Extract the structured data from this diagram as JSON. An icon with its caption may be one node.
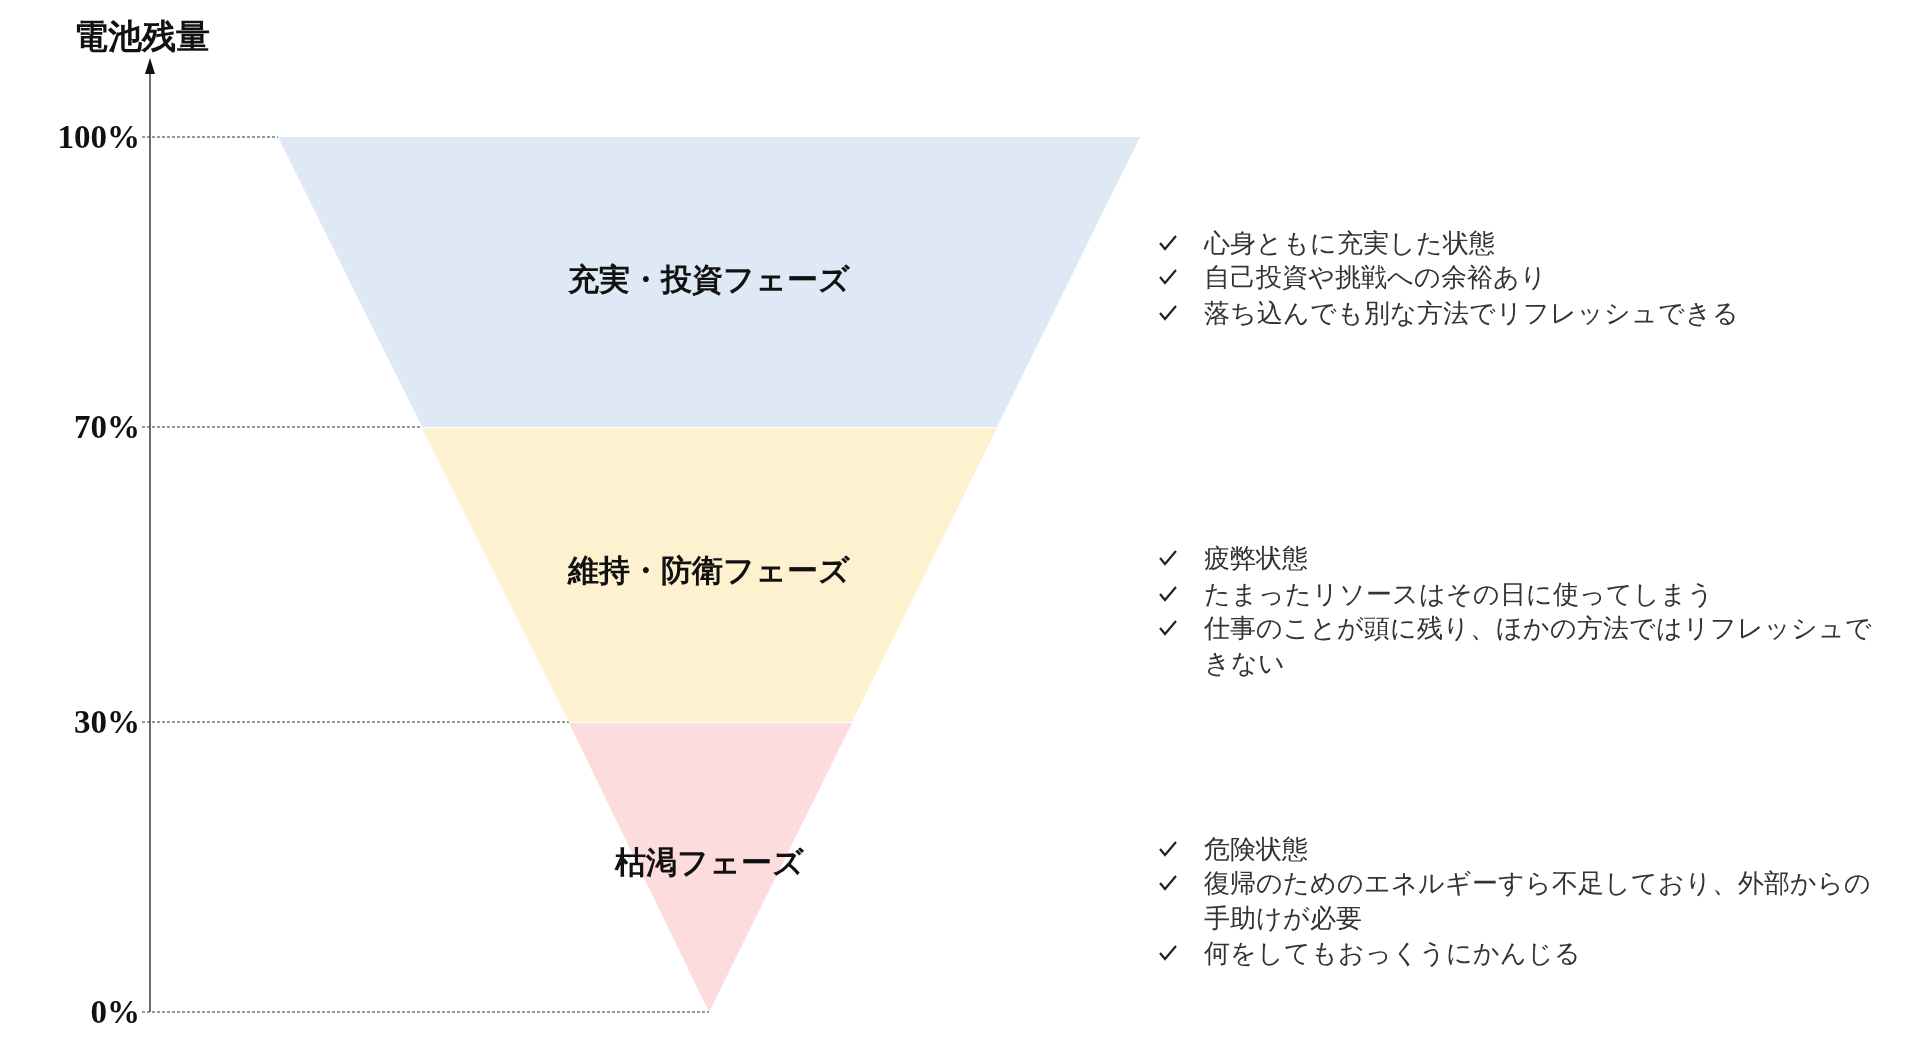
{
  "diagram": {
    "nodes": [
      {
        "text": [
          "充実・投資フェーズ"
        ],
        "beside": [
          "心身ともに充実した状態",
          "自己投資や挑戦への余裕あり",
          "落ち込んでも別な方法でリフレッシュできる"
        ]
      },
      {
        "text": [
          "維持・防衛フェーズ"
        ],
        "beside": [
          "疲弊状態",
          "たまったリソースはその日に使ってしまう",
          "仕事のことが頭に残り、ほかの方法ではリフレッシュできない"
        ]
      },
      {
        "text": [
          "枯渇フェーズ"
        ],
        "beside": [
          "危険状態",
          "復帰のためのエネルギーすら不足しており、外部からの手助けが必要",
          "何をしてもおっくうにかんじる"
        ]
      },
      {
        "text": [
          "100%"
        ]
      },
      {
        "text": [
          "70%"
        ]
      },
      {
        "text": [
          "30%"
        ]
      },
      {
        "text": [
          "0%"
        ]
      }
    ],
    "edges": [
      {
        "from": 3,
        "to": 0,
        "arrow": "none",
        "style": "dashed"
      },
      {
        "from": 4,
        "to": 1,
        "arrow": "none",
        "style": "dashed"
      },
      {
        "from": 5,
        "to": 2,
        "arrow": "none",
        "style": "dashed"
      },
      {
        "from": 6,
        "to": 2,
        "arrow": "none",
        "style": "dashed"
      }
    ],
    "labels": [
      "電池残量"
    ]
  }
}
